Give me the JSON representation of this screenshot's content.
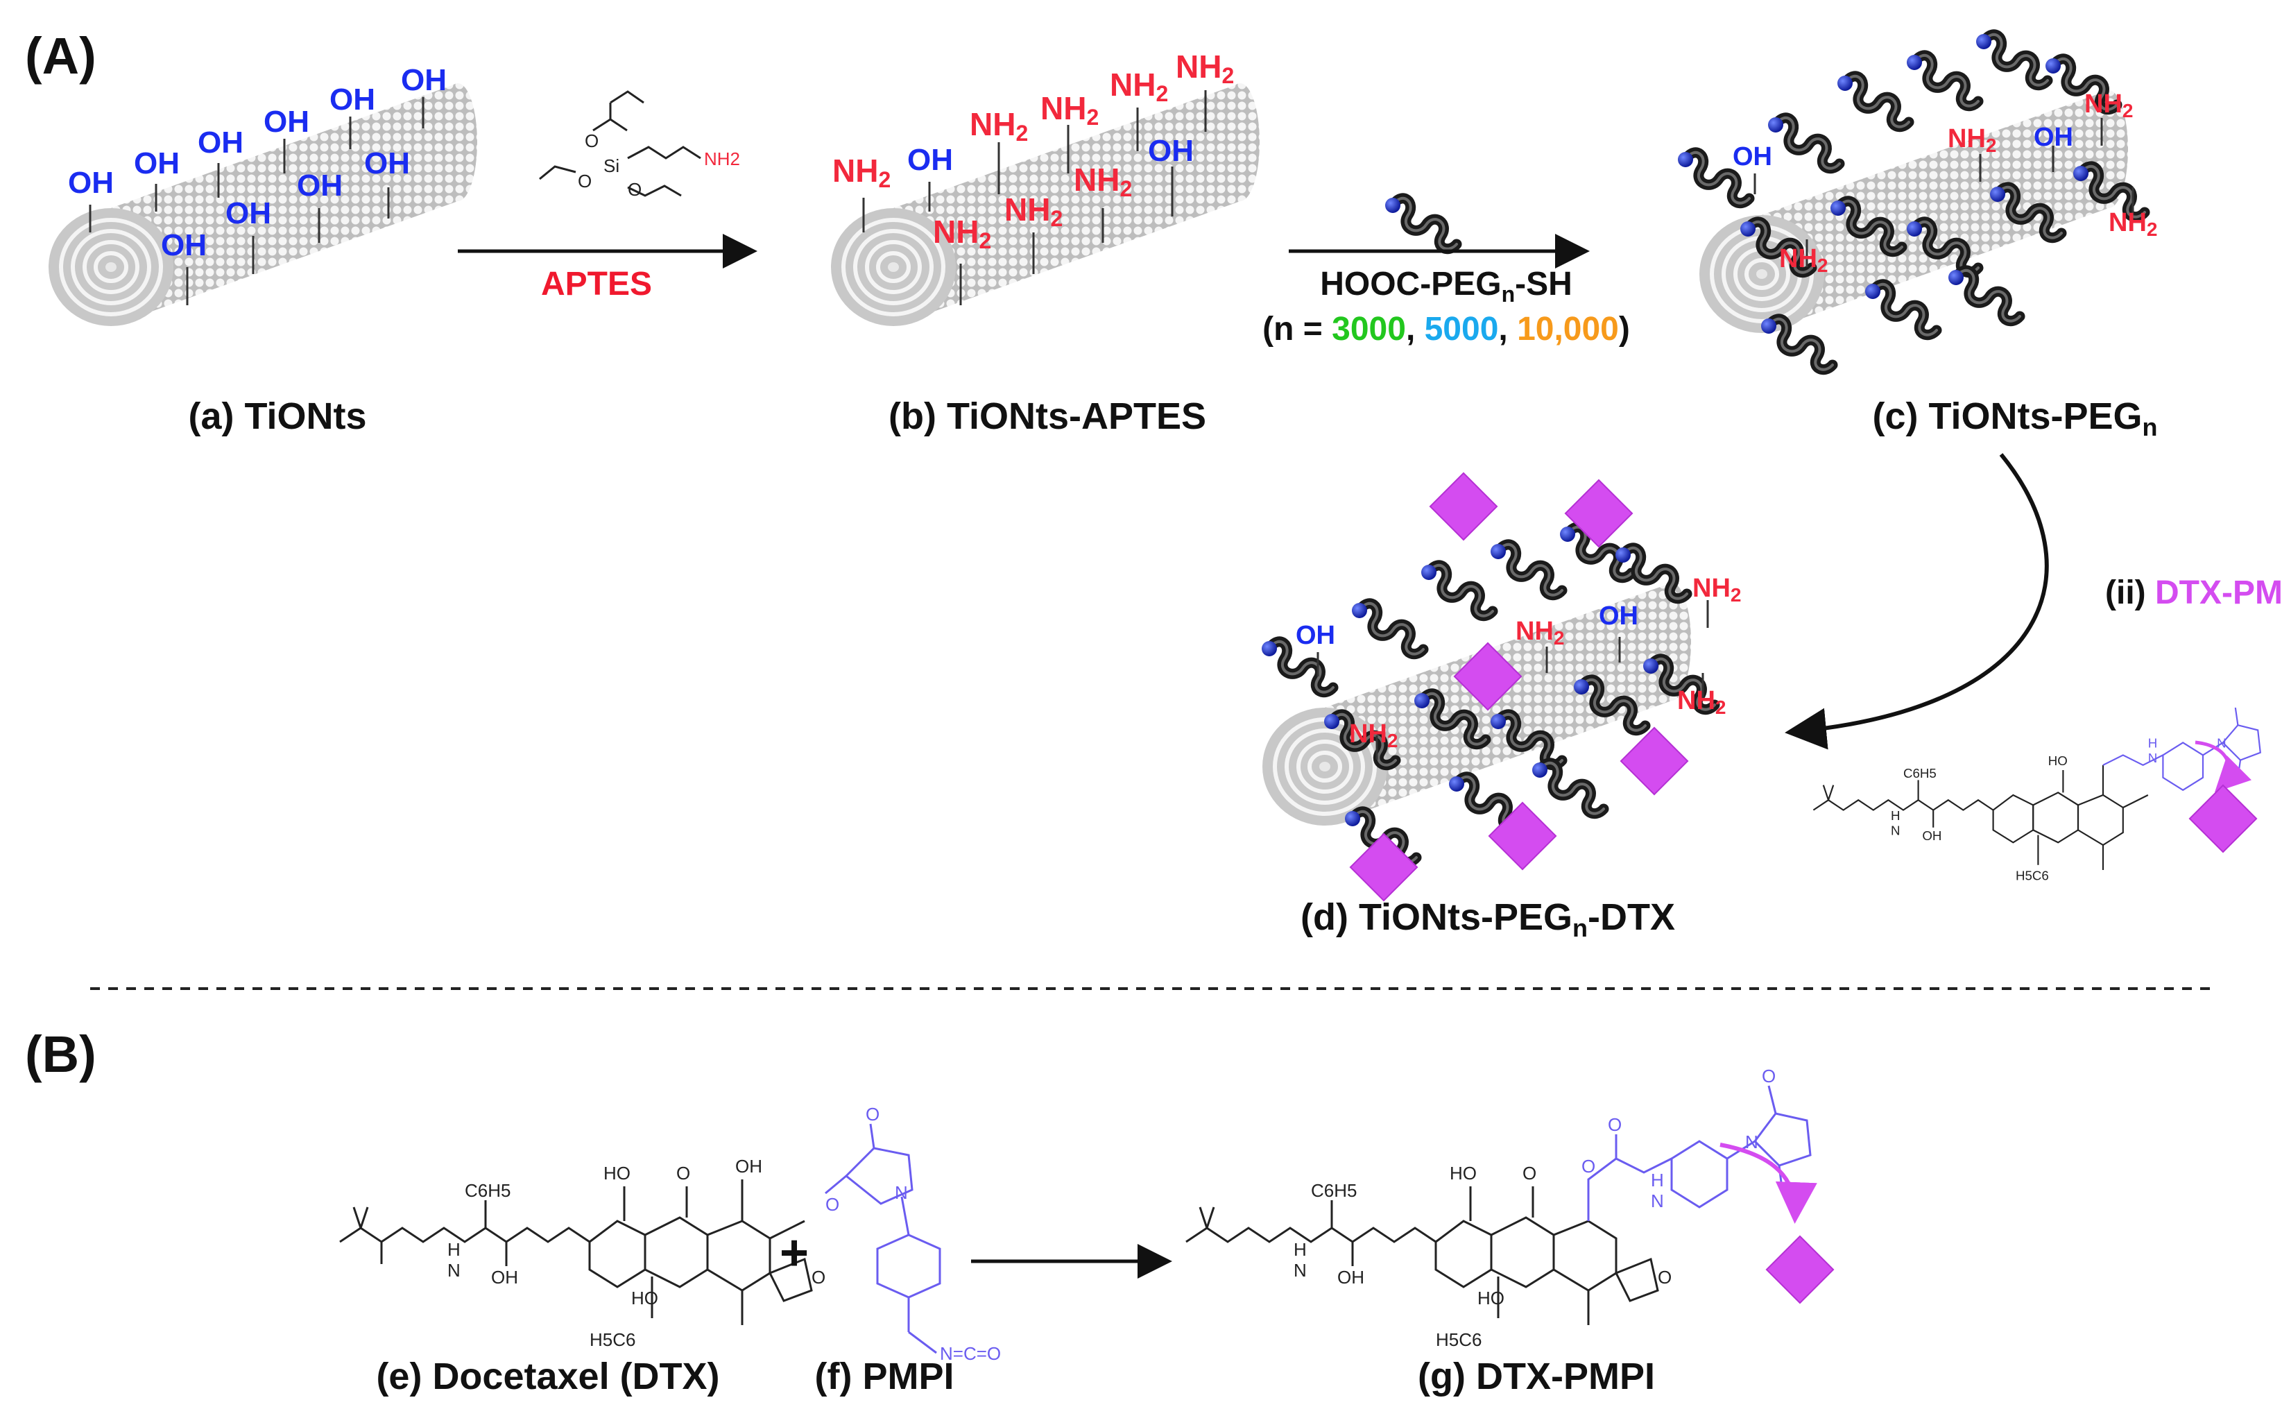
{
  "panel_labels": {
    "a": "(A)",
    "b": "(B)"
  },
  "captions": {
    "tionts": "(a) TiONts",
    "tionts_aptes": "(b) TiONts-APTES",
    "tionts_peg_prefix": "(c) TiONts-PEG",
    "tionts_peg_sub": "n",
    "tionts_peg_dtx_prefix": "(d) TiONts-PEG",
    "tionts_peg_dtx_sub": "n",
    "tionts_peg_dtx_suffix": "-DTX",
    "docetaxel": "(e) Docetaxel (DTX)",
    "pmpi": "(f) PMPI",
    "dtx_pmpi": "(g) DTX-PMPI"
  },
  "reagents": {
    "aptes": "APTES",
    "peg_prefix": "HOOC-PEG",
    "peg_sub": "n",
    "peg_suffix": "-SH",
    "n_open": "(n = ",
    "n_3000": "3000",
    "comma1": ", ",
    "n_5000": "5000",
    "comma2": ", ",
    "n_10000": "10,000",
    "n_close": ")",
    "step_ii_prefix": "(ii) ",
    "step_ii_name": "DTX-PMPI",
    "plus": "+"
  },
  "groups": {
    "oh": "OH",
    "nh": "NH",
    "nh_sub": "2"
  },
  "chem_labels": {
    "si": "Si",
    "o": "O",
    "nh2": "NH2",
    "ho": "HO",
    "oh": "OH",
    "h": "H",
    "n": "N",
    "c6h5": "C6H5",
    "h5c6": "H5C6",
    "ncO": "N=C=O"
  },
  "colors": {
    "oh_blue": "#1a2cf0",
    "nh2_red": "#f2283c",
    "aptes_red": "#f0192e",
    "n3000_green": "#22c71e",
    "n5000_blue": "#1aa9ee",
    "n10000_orange": "#f79a1b",
    "dtx_magenta": "#d44cf0",
    "pmpi_violet": "#6a5cf0",
    "peg_dark": "#1b1b1b",
    "peg_bead": "#1330d8",
    "nanotube": "#d4d4d4"
  }
}
